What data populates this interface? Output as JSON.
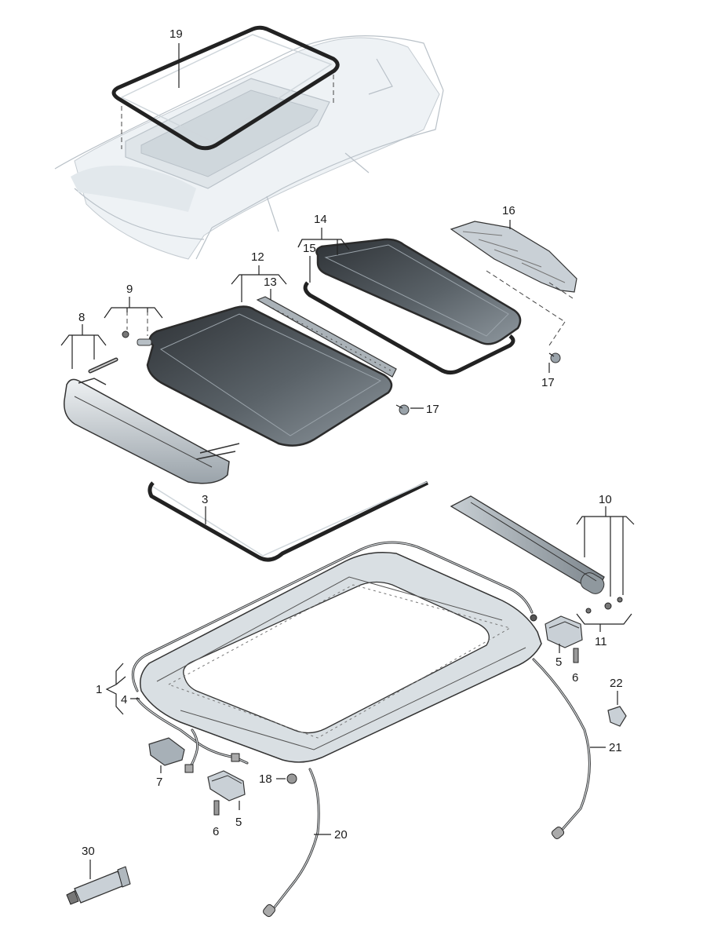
{
  "diagram": {
    "callouts": [
      "19",
      "14",
      "15",
      "16",
      "12",
      "13",
      "9",
      "8",
      "17",
      "17",
      "3",
      "10",
      "11",
      "1",
      "4",
      "5",
      "6",
      "22",
      "21",
      "7",
      "18",
      "6",
      "5",
      "20",
      "30"
    ]
  },
  "colors": {
    "glass_dark": "#2e3236",
    "glass_light": "#8e979e",
    "part_gray": "#c9d0d6",
    "line": "#222222"
  }
}
